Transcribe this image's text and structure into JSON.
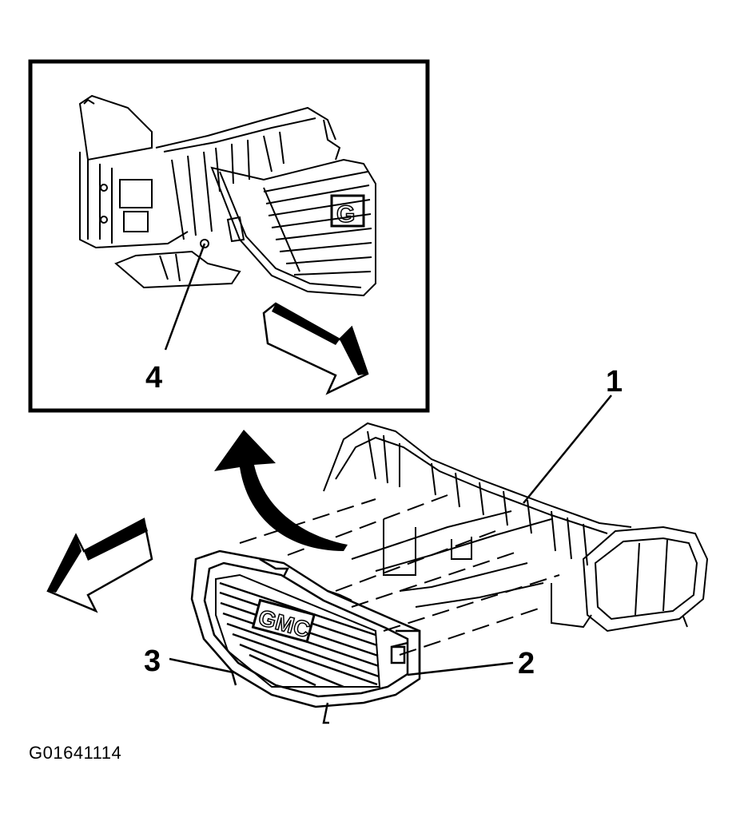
{
  "figure": {
    "id": "G01641114",
    "brand_text": "GMC"
  },
  "callouts": [
    "1",
    "2",
    "3",
    "4"
  ],
  "colors": {
    "ink": "#000000",
    "paper": "#ffffff"
  }
}
